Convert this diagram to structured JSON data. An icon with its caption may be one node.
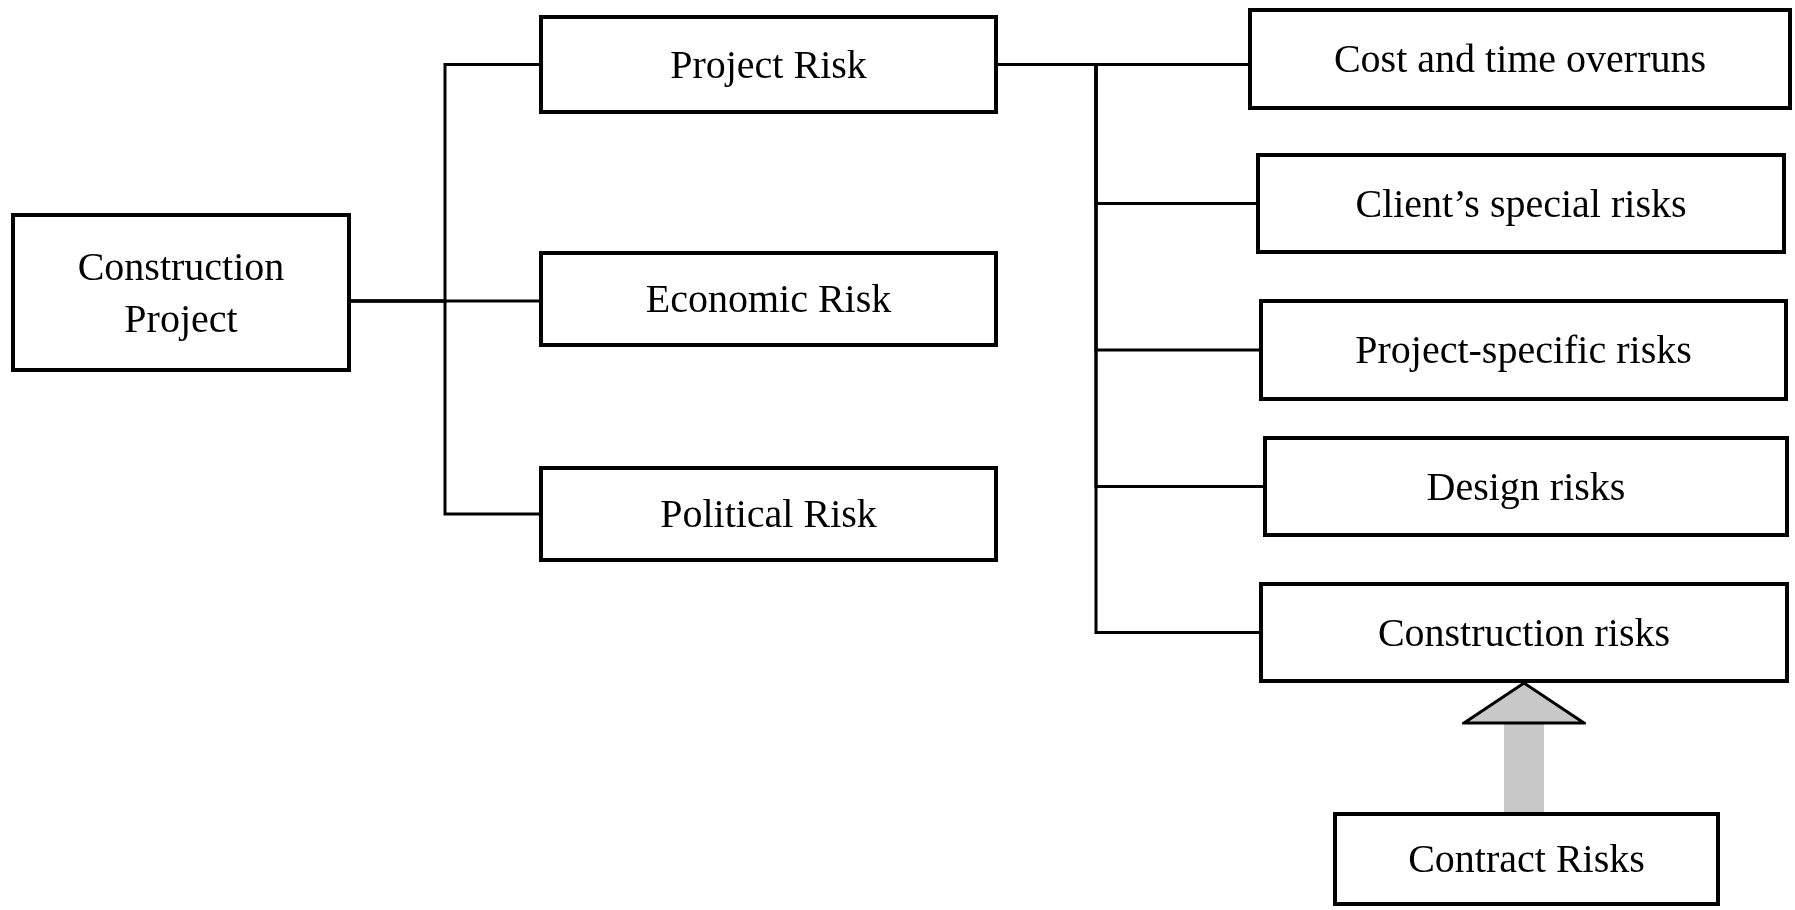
{
  "diagram": {
    "nodes": [
      {
        "text": [
          "Construction Project"
        ]
      },
      {
        "text": [
          "Project Risk"
        ]
      },
      {
        "text": [
          "Economic Risk"
        ]
      },
      {
        "text": [
          "Political Risk"
        ]
      },
      {
        "text": [
          "Cost and time overruns"
        ]
      },
      {
        "text": [
          "Client’s special risks"
        ]
      },
      {
        "text": [
          "Project-specific risks"
        ]
      },
      {
        "text": [
          "Design risks"
        ]
      },
      {
        "text": [
          "Construction risks"
        ]
      },
      {
        "text": [
          "Contract Risks"
        ]
      }
    ],
    "edges": [
      {
        "from": 0,
        "to": 1,
        "arrow": "none"
      },
      {
        "from": 0,
        "to": 2,
        "arrow": "none"
      },
      {
        "from": 0,
        "to": 3,
        "arrow": "none"
      },
      {
        "from": 1,
        "to": 4,
        "arrow": "none"
      },
      {
        "from": 1,
        "to": 5,
        "arrow": "none"
      },
      {
        "from": 1,
        "to": 6,
        "arrow": "none"
      },
      {
        "from": 1,
        "to": 7,
        "arrow": "none"
      },
      {
        "from": 1,
        "to": 8,
        "arrow": "none"
      },
      {
        "from": 9,
        "to": 8,
        "arrow": "to",
        "style": "thick",
        "color": "#c8c8c8"
      }
    ]
  }
}
